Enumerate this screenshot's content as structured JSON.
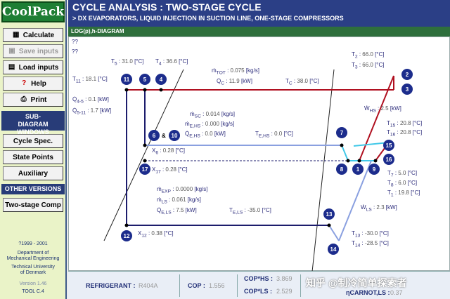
{
  "app": {
    "logo": "CoolPack"
  },
  "sidebar": {
    "buttons": [
      {
        "label": "Calculate",
        "icon": "calculator-icon",
        "enabled": true
      },
      {
        "label": "Save inputs",
        "icon": "disk-icon",
        "enabled": false
      },
      {
        "label": "Load inputs",
        "icon": "folder-icon",
        "enabled": true
      },
      {
        "label": "Help",
        "icon": "question-icon",
        "enabled": true
      },
      {
        "label": "Print",
        "icon": "printer-icon",
        "enabled": true
      }
    ],
    "subdiagram_header": "SUB-DIAGRAM WINDOWS",
    "subdiagram_buttons": [
      "Cycle Spec.",
      "State Points",
      "Auxiliary"
    ],
    "other_header": "OTHER VERSIONS",
    "other_buttons": [
      "Two-stage Comp"
    ],
    "footer": {
      "copyright": "?1999 - 2001",
      "dept1": "Department of",
      "dept2": "Mechanical Engineering",
      "uni1": "Technical University",
      "uni2": "of Denmark",
      "version": "Version 1.46",
      "tool": "TOOL C.4"
    }
  },
  "header": {
    "title": "CYCLE ANALYSIS : TWO-STAGE CYCLE",
    "subtitle": "> DX EVAPORATORS, LIQUID INJECTION IN SUCTION LINE, ONE-STAGE COMPRESSORS",
    "diagram_tab": "LOG(p),h-DIAGRAM"
  },
  "diagram": {
    "q1": "??",
    "q2": "??",
    "T5": "31.0",
    "T4": "36.6",
    "T11": "18.1",
    "T2": "66.0",
    "T3": "66.0",
    "mTOT": "0.075",
    "QC": "11.9",
    "TC": "38.0",
    "Q45": "0.1",
    "Q511": "1.7",
    "WHS": "2.5",
    "mSC": "0.014",
    "mEHS": "0.000",
    "QEHS": "0.0",
    "TEHS": "0.0",
    "T15": "20.8",
    "T16": "20.8",
    "X6": "0.28",
    "X17": "0.28",
    "T7": "5.0",
    "T8": "6.0",
    "T1": "19.8",
    "mEXP": "0.0000",
    "mLS": "0.061",
    "QELS": "7.5",
    "TELS": "-35.0",
    "WLS": "2.3",
    "X12": "0.38",
    "T13": "-30.0",
    "T14": "-28.5",
    "units": {
      "temp": "[°C]",
      "flow": "[kg/s]",
      "power": "[kW]"
    },
    "node_labels": [
      "1",
      "2",
      "3",
      "4",
      "5",
      "6",
      "7",
      "8",
      "9",
      "10",
      "11",
      "12",
      "13",
      "14",
      "15",
      "16",
      "17"
    ],
    "amp": "&"
  },
  "bottom": {
    "refrigerant_label": "REFRIGERANT :",
    "refrigerant": "R404A",
    "cop_label": "COP :",
    "cop": "1.556",
    "cophs_label": "COP*HS :",
    "cophs": "3.869",
    "copls_label": "COP*LS :",
    "copls": "2.529",
    "carnot_label": "ηCARNOT,LS :",
    "carnot": "0.37"
  },
  "watermark": "知乎 @制冷简单探索者",
  "colors": {
    "header": "#2b3f86",
    "sidebar": "#eaf3c8",
    "high_line": "#b01020",
    "low_line": "#1c1c6c",
    "mid_line": "#8aa0e0",
    "cyan": "#40c8e8"
  }
}
